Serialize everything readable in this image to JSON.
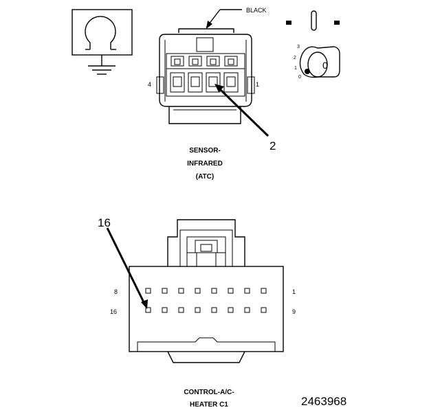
{
  "ohmmeter": {
    "icon": "ohm-meter-ground-icon"
  },
  "sensor_connector": {
    "color_label": "BLACK",
    "pin_left": "4",
    "pin_right": "1",
    "callout_pin": "2",
    "caption_lines": [
      "SENSOR-",
      "INFRARED",
      "(ATC)"
    ]
  },
  "ignition_key": {
    "icon": "ignition-key-icon",
    "positions": [
      "3",
      "2",
      "1",
      "0"
    ]
  },
  "control_connector": {
    "callout_pin": "16",
    "row1_left": "8",
    "row1_right": "1",
    "row2_left": "16",
    "row2_right": "9",
    "caption_lines": [
      "CONTROL-A/C-",
      "HEATER C1"
    ]
  },
  "figure_id": "2463968"
}
